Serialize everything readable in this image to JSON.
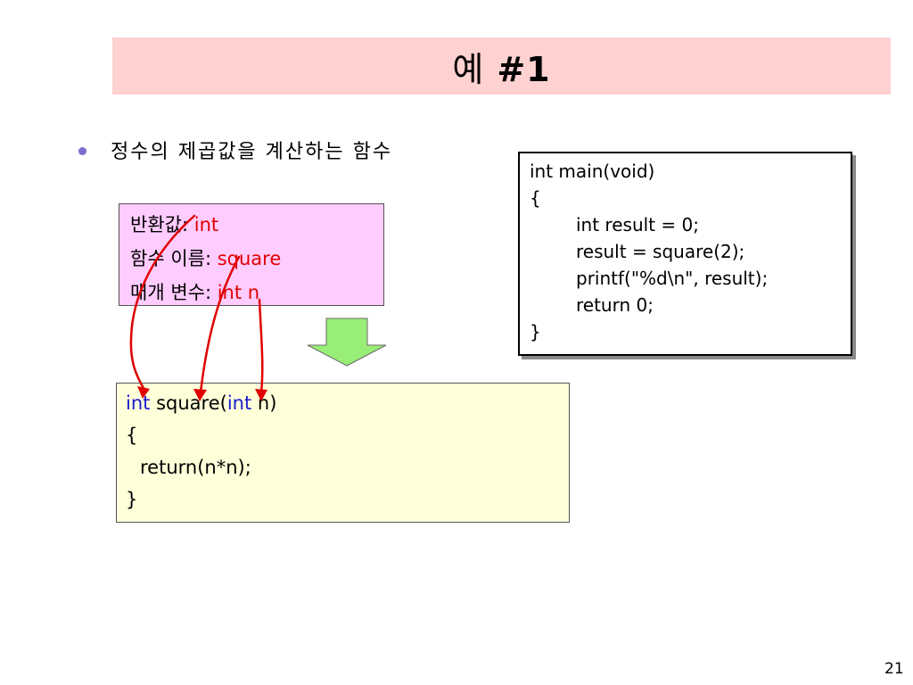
{
  "title": {
    "prefix": "예",
    "number": "#1"
  },
  "bullet": {
    "text": "정수의 제곱값을 계산하는 함수"
  },
  "info_box": {
    "return_label": "반환값:",
    "return_value": "int",
    "name_label": "함수 이름:",
    "name_value": "square",
    "param_label": "매개 변수:",
    "param_value": "int n"
  },
  "main_code": {
    "lines": [
      "int main(void)",
      "{",
      "int result = 0;",
      "result = square(2);",
      "printf(\"%d\\n\", result);",
      "return 0;",
      "}"
    ]
  },
  "func_code": {
    "kw_int_1": "int",
    "part_square": "square(",
    "kw_int_2": "int",
    "part_n": "n)",
    "open_brace": "{",
    "return_stmt": "return(n*n);",
    "close_brace": "}"
  },
  "page_number": "21",
  "colors": {
    "title_bg": "#ffd1d1",
    "info_bg": "#ffccff",
    "func_bg": "#ffffd9",
    "highlight_red": "#e00000",
    "keyword_blue": "#1b1bd0",
    "arrow_green": "#99ee77",
    "bullet": "#7f6ecf"
  },
  "icons": {
    "down_arrow": "down-arrow-icon"
  }
}
